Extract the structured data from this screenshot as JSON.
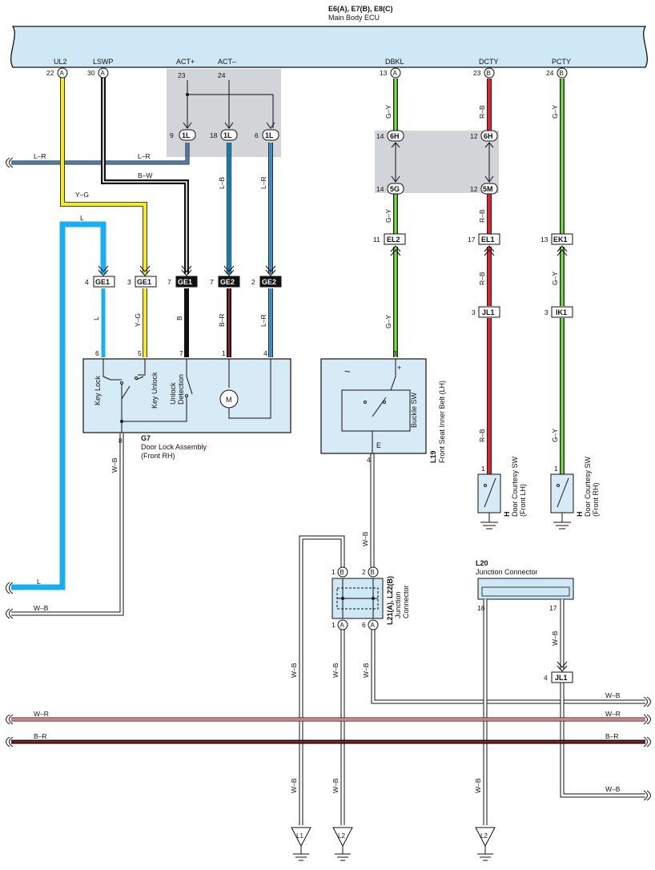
{
  "header": {
    "ecu_ids": "E6(A), E7(B), E8(C)",
    "ecu_name": "Main Body ECU",
    "terminals": [
      "UL2",
      "LSWP",
      "ACT+",
      "ACT–",
      "DBKL",
      "DCTY",
      "PCTY"
    ]
  },
  "pins": {
    "ul2": "22",
    "lswp": "30",
    "act_p": "23",
    "act_m": "24",
    "dbkl": "13",
    "dcty": "23",
    "pcty": "24",
    "p9": "9",
    "p18": "18",
    "p6": "6",
    "p14a": "14",
    "p12a": "12",
    "p14b": "14",
    "p12b": "12",
    "p11": "11",
    "p17": "17",
    "p13": "13",
    "ge4": "4",
    "ge3": "3",
    "ge7a": "7",
    "ge7b": "7",
    "ge2": "2",
    "jl3": "3",
    "ik3": "3",
    "g6": "6",
    "g5": "5",
    "g7": "7",
    "g1": "1",
    "g4": "4",
    "g8": "8",
    "l19_3": "3",
    "l19_4": "4",
    "h1a": "1",
    "h1b": "1",
    "j1": "1",
    "j2": "2",
    "j1b": "1",
    "j6": "6",
    "l20_18": "18",
    "l20_17": "17",
    "jl4": "4"
  },
  "connectors": {
    "A": "A",
    "B": "B",
    "c1L": "1L",
    "c6H": "6H",
    "c5G": "5G",
    "c5M": "5M",
    "cEL2": "EL2",
    "cEL1": "EL1",
    "cEK1": "EK1",
    "cGE1": "GE1",
    "cGE2": "GE2",
    "cJL1": "JL1",
    "cIK1": "IK1"
  },
  "wires": {
    "LR": "L–R",
    "YG": "Y–G",
    "BW": "B–W",
    "L": "L",
    "LB": "L–B",
    "GY": "G–Y",
    "RB": "R–B",
    "B": "B",
    "BR": "B–R",
    "WB": "W–B",
    "WR": "W–R"
  },
  "components": {
    "g7_id": "G7",
    "g7_name": "Door Lock Assembly",
    "g7_sub": "(Front RH)",
    "key_lock": "Key Lock",
    "key_unlock": "Key Unlock",
    "unlock1": "Unlock",
    "unlock2": "Detection",
    "motor": "M",
    "l19_id": "L19",
    "l19_name": "Front Seat Inner Belt (LH)",
    "buckle": "Buckle SW",
    "plus": "+",
    "e": "E",
    "tilde": "~",
    "h1": "H",
    "courtesy": "Door Courtesy SW",
    "front_lh": "(Front LH)",
    "front_rh": "(Front RH)",
    "l21": "L21(A), L22(B)",
    "junction1": "Junction",
    "junction2": "Connector",
    "l20_id": "L20",
    "l20_name": "Junction Connector",
    "gL1": "L1",
    "gL2a": "L2",
    "gL2b": "L2"
  },
  "colors": {
    "ecu_fill": "#cfe8f6",
    "box_fill": "#d7ebf7",
    "shade": "#d2d4d7",
    "black": "#111111",
    "red": "#e0242b",
    "blue": "#19aef0",
    "yellow": "#f2ea25",
    "green": "#2ea84a",
    "gray": "#a0a0a0"
  }
}
